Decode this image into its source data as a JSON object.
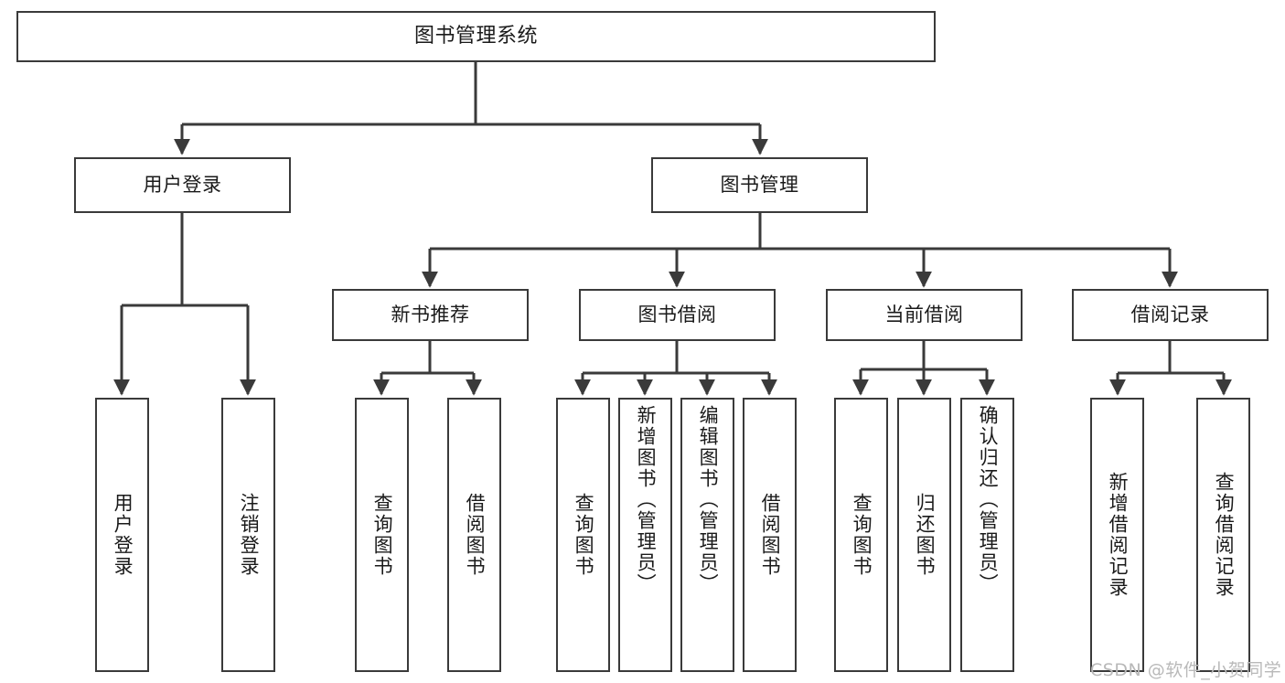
{
  "diagram": {
    "type": "tree",
    "title": "图书管理系统",
    "orientation": "top-down",
    "line_color": "#3a3a3a",
    "box_fill": "#ffffff",
    "text_color": "#1a1a1a"
  },
  "nodes": {
    "root": {
      "label": "图书管理系统",
      "level": 0
    },
    "user_login": {
      "label": "用户登录",
      "level": 1
    },
    "book_manage": {
      "label": "图书管理",
      "level": 1
    },
    "new_book_rec": {
      "label": "新书推荐",
      "level": 2
    },
    "book_borrow": {
      "label": "图书借阅",
      "level": 2
    },
    "current_borrow": {
      "label": "当前借阅",
      "level": 2
    },
    "borrow_record": {
      "label": "借阅记录",
      "level": 2
    },
    "leaf_user_login": {
      "label": "用户登录",
      "level": 2
    },
    "leaf_logout": {
      "label": "注销登录",
      "level": 2
    },
    "leaf_query_book_1": {
      "label": "查询图书",
      "level": 3
    },
    "leaf_borrow_book_1": {
      "label": "借阅图书",
      "level": 3
    },
    "leaf_query_book_2": {
      "label": "查询图书",
      "level": 3
    },
    "leaf_add_book": {
      "label": "新增图书（管理员）",
      "level": 3
    },
    "leaf_edit_book": {
      "label": "编辑图书（管理员）",
      "level": 3
    },
    "leaf_borrow_book_2": {
      "label": "借阅图书",
      "level": 3
    },
    "leaf_query_book_3": {
      "label": "查询图书",
      "level": 3
    },
    "leaf_return_book": {
      "label": "归还图书",
      "level": 3
    },
    "leaf_confirm_return": {
      "label": "确认归还（管理员）",
      "level": 3
    },
    "leaf_add_record": {
      "label": "新增借阅记录",
      "level": 3
    },
    "leaf_query_record": {
      "label": "查询借阅记录",
      "level": 3
    }
  },
  "watermark": {
    "text": "CSDN @软件_小贺同学"
  }
}
